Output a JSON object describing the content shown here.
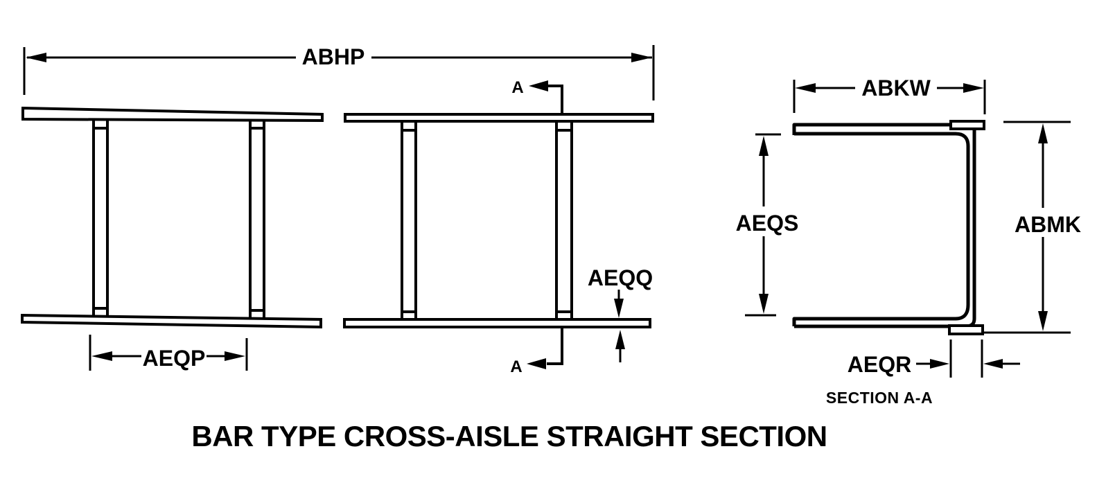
{
  "title": "BAR TYPE CROSS-AISLE STRAIGHT SECTION",
  "section_view": {
    "caption": "SECTION A-A"
  },
  "cut_marker": {
    "label": "A"
  },
  "dimensions": {
    "abhp": "ABHP",
    "aeqp": "AEQP",
    "aeqq": "AEQQ",
    "abkw": "ABKW",
    "aeqs": "AEQS",
    "abmk": "ABMK",
    "aeqr": "AEQR"
  },
  "colors": {
    "line": "#000000",
    "background": "#ffffff"
  }
}
